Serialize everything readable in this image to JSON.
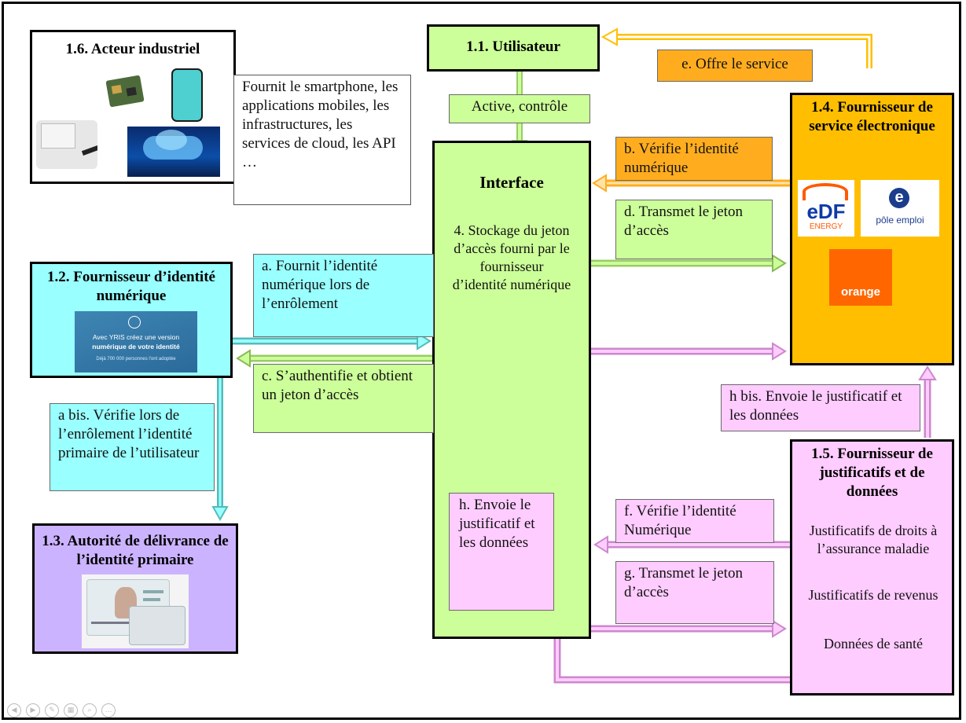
{
  "actors": {
    "utilisateur": {
      "title": "1.1. Utilisateur"
    },
    "fournisseur_identite": {
      "title": "1.2. Fournisseur d’identité numérique",
      "banner": {
        "line1": "Avec YRIS créez une version",
        "line2": "numérique de votre identité",
        "line3": "Déjà 700 000 personnes l'ont adoptée"
      }
    },
    "autorite": {
      "title": "1.3. Autorité de délivrance de l’identité primaire"
    },
    "fournisseur_service": {
      "title": "1.4. Fournisseur de service électronique",
      "logos": {
        "edf_top": "eDF",
        "edf_bottom": "ENERGY",
        "pole": "pôle emploi",
        "pole_letter": "e",
        "orange": "orange"
      }
    },
    "fournisseur_justificatifs": {
      "title": "1.5. Fournisseur de justificatifs et de données",
      "items": [
        "Justificatifs de droits à l’assurance maladie",
        "Justificatifs de revenus",
        "Données de santé"
      ]
    },
    "acteur_industriel": {
      "title": "1.6. Acteur industriel",
      "description": "Fournit le smartphone, les applications mobiles, les infrastructures, les services de cloud, les API …"
    }
  },
  "interface": {
    "title": "Interface",
    "storage": "4. Stockage du jeton d’accès fourni par le fournisseur d’identité numérique"
  },
  "labels": {
    "active": "Active, contrôle",
    "e": "e. Offre le service",
    "b": "b. Vérifie l’identité numérique",
    "d": "d. Transmet le jeton d’accès",
    "a": "a. Fournit l’identité numérique lors de l’enrôlement",
    "c": "c. S’authentifie et obtient un jeton d’accès",
    "a_bis": "a bis. Vérifie lors de l’enrôlement l’identité primaire de l’utilisateur",
    "h_bis": "h bis. Envoie le justificatif et les données",
    "f": "f. Vérifie l’identité Numérique",
    "g": "g. Transmet le jeton d’accès",
    "h": "h. Envoie le justificatif et les données"
  },
  "colors": {
    "green": "#ccff99",
    "cyan": "#99ffff",
    "pink": "#ffccff",
    "purple": "#ccb3ff",
    "orange": "#ffbf00",
    "amber": "#ffad1f"
  }
}
